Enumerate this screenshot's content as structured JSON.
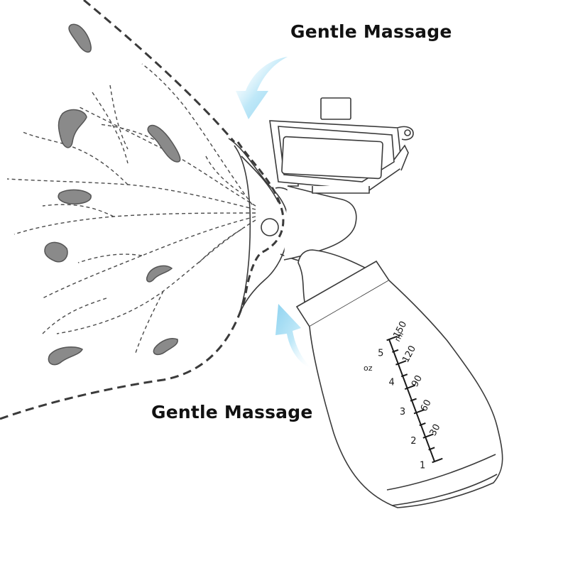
{
  "callouts": {
    "top": "Gentle Massage",
    "bottom": "Gentle Massage"
  },
  "bottle_scale": {
    "ml_unit": "ml",
    "oz_unit": "oz",
    "ml_marks": [
      "150",
      "120",
      "90",
      "60",
      "30"
    ],
    "oz_marks": [
      "5",
      "4",
      "3",
      "2",
      "1"
    ]
  },
  "colors": {
    "arrow": "#a8ddf3",
    "outline": "#3a3a3a",
    "gland": "#8a8a8a"
  },
  "icons": {
    "arrows": "curved-arrow-icon"
  }
}
